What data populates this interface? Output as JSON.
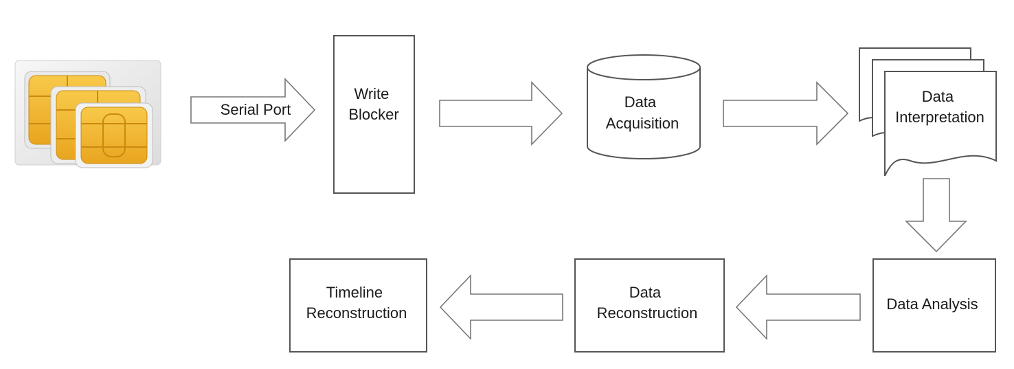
{
  "diagram": {
    "nodes": {
      "serial_port": "Serial Port",
      "write_blocker": [
        "Write",
        "Blocker"
      ],
      "data_acquisition": [
        "Data",
        "Acquisition"
      ],
      "data_interpretation": [
        "Data",
        "Interpretation"
      ],
      "data_analysis": "Data Analysis",
      "data_reconstruction": [
        "Data",
        "Reconstruction"
      ],
      "timeline_reconstruction": [
        "Timeline",
        "Reconstruction"
      ]
    },
    "colors": {
      "sim_chip": "#f2b630",
      "sim_chip_dark": "#c98a10",
      "stroke": "#555555"
    }
  }
}
